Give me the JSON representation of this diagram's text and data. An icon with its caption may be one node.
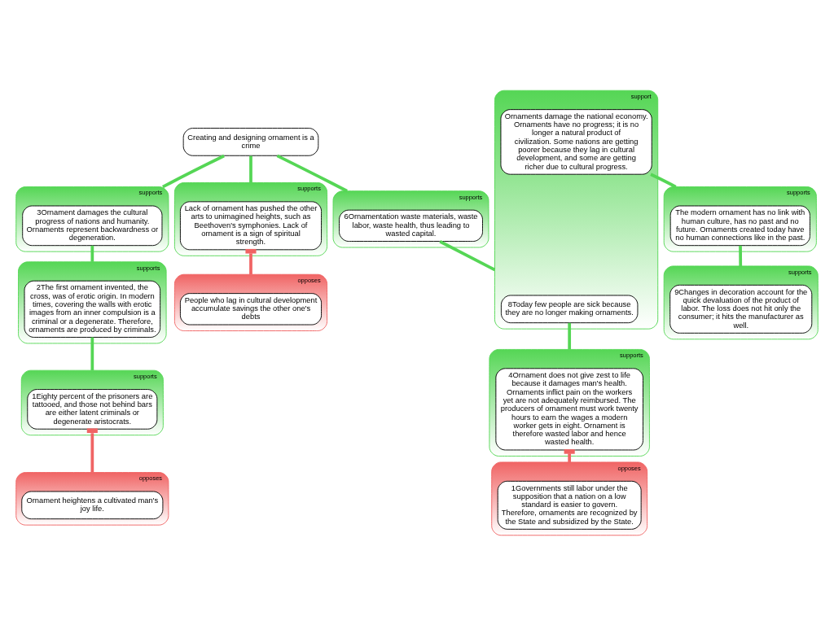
{
  "diagram": {
    "nodes": [
      {
        "text": [
          "Creating and designing ornament is a crime"
        ]
      },
      {
        "text": [
          "supports"
        ]
      },
      {
        "text": [
          "3Ornament damages the cultural progress of nations and humanity. Ornaments represent backwardness or degeneration."
        ],
        "in": 1
      },
      {
        "text": [
          "supports"
        ]
      },
      {
        "text": [
          "6Ornamentation waste materials, waste labor, waste health, thus leading to wasted capital."
        ],
        "in": 3
      },
      {
        "text": [
          "supports"
        ]
      },
      {
        "text": [
          "Lack of ornament has pushed the other arts to unimagined heights, such as Beethoven's symphonies. Lack of ornament is a sign of spiritual strength."
        ],
        "in": 5
      },
      {
        "text": [
          "supports"
        ]
      },
      {
        "text": [
          "2The first ornament invented, the cross, was of erotic origin. In modern times, covering the walls with erotic images from an inner compulsion is a criminal or a degenerate. Therefore, ornaments are produced by criminals."
        ],
        "in": 7
      },
      {
        "text": [
          "support"
        ]
      },
      {
        "text": [
          "8Today few people are sick because they are no longer making ornaments."
        ],
        "in": 9
      },
      {
        "text": [
          "Ornaments damage the national economy. Ornaments have no progress; it is no longer a natural product of civilization. Some nations are getting poorer because they lag in cultural development, and some are getting richer due to cultural progress."
        ],
        "in": 9
      },
      {
        "text": [
          "opposes"
        ]
      },
      {
        "text": [
          "People who lag in cultural development accumulate savings the other one's debts"
        ],
        "in": 12
      },
      {
        "text": [
          "supports"
        ]
      },
      {
        "text": [
          "1Eighty percent of the prisoners are tattooed, and those not behind bars are either latent criminals or degenerate aristocrats."
        ],
        "in": 14
      },
      {
        "text": [
          "supports"
        ]
      },
      {
        "text": [
          "4Ornament does not give zest to life because it damages man's health. Ornaments inflict pain on the workers yet are not adequately reimbursed. The producers of ornament must work twenty hours to earn the wages a modern worker gets in eight. Ornament is therefore wasted labor and hence wasted health."
        ],
        "in": 16
      },
      {
        "text": [
          "supports"
        ]
      },
      {
        "text": [
          "The modern ornament has no link with human culture, has no past and no future. Ornaments created today have no human connections like in the past."
        ],
        "in": 18
      },
      {
        "text": [
          "opposes"
        ]
      },
      {
        "text": [
          "Ornament heightens a cultivated man's joy life."
        ],
        "in": 20
      },
      {
        "text": [
          "opposes"
        ]
      },
      {
        "text": [
          "1Governments still labor under the supposition that a nation on a low standard is easier to govern. Therefore, ornaments are recognized by the State and subsidized by the State."
        ],
        "in": 22
      },
      {
        "text": [
          "supports"
        ]
      },
      {
        "text": [
          "9Changes in decoration account for the quick devaluation of the product of labor. The loss does not hit only the consumer; it hits the manufacturer as well."
        ],
        "in": 24
      }
    ],
    "edges": [
      {
        "from": 0,
        "to": 1,
        "arrow": "none"
      },
      {
        "from": 0,
        "to": 3,
        "arrow": "none"
      },
      {
        "from": 0,
        "to": 5,
        "arrow": "none"
      },
      {
        "from": 2,
        "to": 7,
        "arrow": "none"
      },
      {
        "from": 4,
        "to": 9,
        "arrow": "none"
      },
      {
        "from": 6,
        "to": 12,
        "arrow": "other",
        "color": "#f06464"
      },
      {
        "from": 8,
        "to": 14,
        "arrow": "none"
      },
      {
        "from": 10,
        "to": 16,
        "arrow": "none"
      },
      {
        "from": 11,
        "to": 18,
        "arrow": "none"
      },
      {
        "from": 15,
        "to": 20,
        "arrow": "other",
        "color": "#f06464"
      },
      {
        "from": 17,
        "to": 22,
        "arrow": "other",
        "color": "#f06464"
      },
      {
        "from": 19,
        "to": 24,
        "arrow": "none"
      }
    ]
  }
}
